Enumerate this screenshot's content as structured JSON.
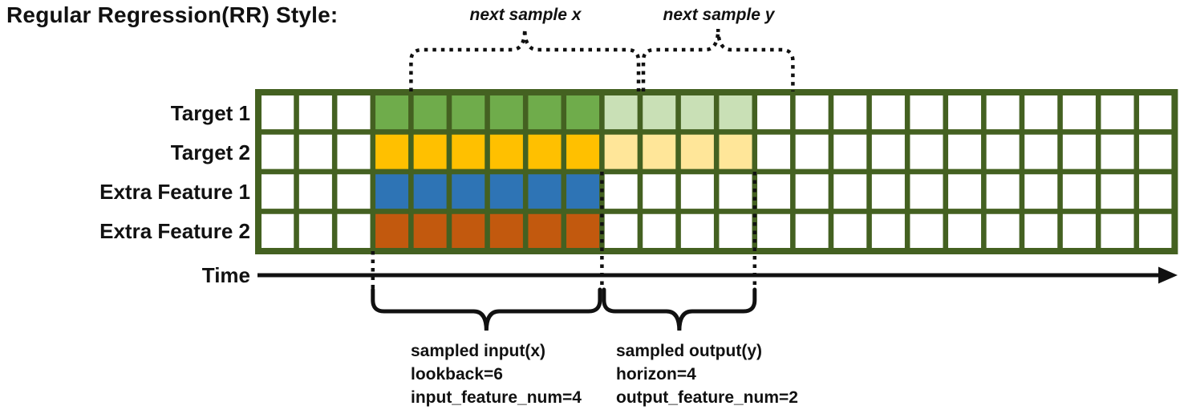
{
  "title": "Regular Regression(RR) Style:",
  "annotations": {
    "next_sample_x": "next sample x",
    "next_sample_y": "next sample y"
  },
  "rows": [
    {
      "label": "Target 1",
      "input_color": "#6FAC4B",
      "output_color": "#C9E0B6"
    },
    {
      "label": "Target 2",
      "input_color": "#FFC000",
      "output_color": "#FFE699"
    },
    {
      "label": "Extra Feature 1",
      "input_color": "#2E74B5",
      "output_color": null
    },
    {
      "label": "Extra Feature 2",
      "input_color": "#C2590E",
      "output_color": null
    }
  ],
  "grid": {
    "columns": 24,
    "lead_in_columns": 3,
    "lookback": 6,
    "horizon": 4,
    "border_color": "#446121",
    "empty_color": "#ffffff"
  },
  "time_axis": {
    "label": "Time"
  },
  "captions": {
    "input": {
      "line1": "sampled input(x)",
      "line2": "lookback=6",
      "line3": "input_feature_num=4"
    },
    "output": {
      "line1": "sampled output(y)",
      "line2": "horizon=4",
      "line3": "output_feature_num=2"
    }
  },
  "colors": {
    "ink": "#111111"
  }
}
